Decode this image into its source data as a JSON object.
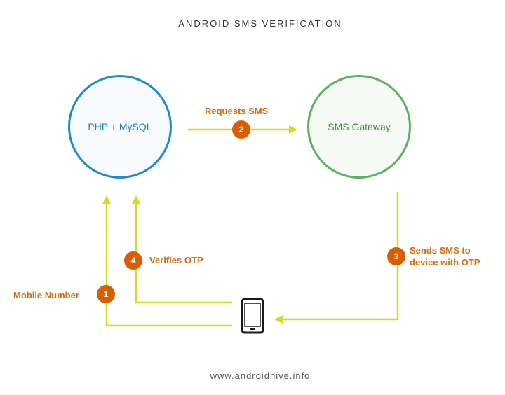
{
  "title": "ANDROID SMS VERIFICATION",
  "footer": "www.androidhive.info",
  "nodes": {
    "server": "PHP + MySQL",
    "gateway": "SMS Gateway"
  },
  "steps": [
    {
      "number": "1",
      "label": "Mobile Number"
    },
    {
      "number": "2",
      "label": "Requests SMS"
    },
    {
      "number": "3",
      "label_line1": "Sends SMS to",
      "label_line2": "device with OTP"
    },
    {
      "number": "4",
      "label": "Verifies OTP"
    }
  ],
  "colors": {
    "server_ring": "#1b8ad1",
    "gateway_ring": "#5cb35c",
    "connector": "#d6d91c",
    "badge": "#d95e00",
    "step_text": "#d46a0e"
  },
  "icons": {
    "device": "smartphone-icon"
  }
}
